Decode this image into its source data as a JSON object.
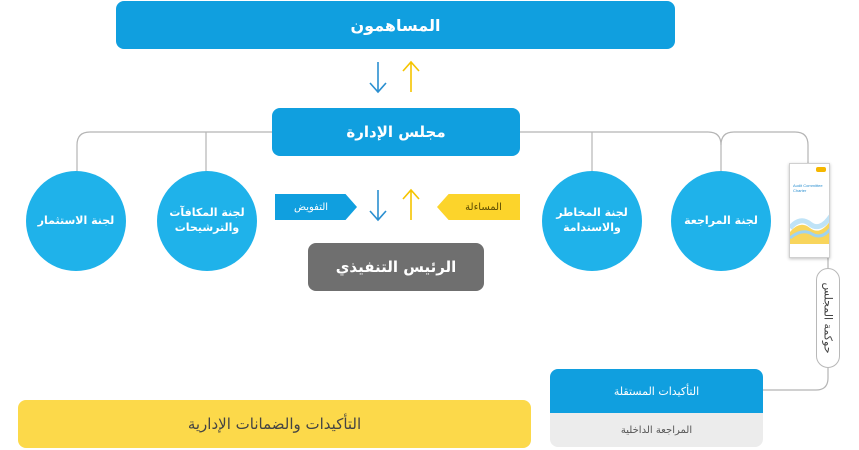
{
  "shareholders": "المساهمون",
  "board": "مجلس الإدارة",
  "ceo": "الرئيس التنفيذي",
  "committees": {
    "investment": "لجنة الاستثمار",
    "remuneration": "لجنة المكافآت والترشيحات",
    "risk": "لجنة المخاطر والاستدامة",
    "audit": "لجنة المراجعة"
  },
  "delegation": "التفويض",
  "accountability": "المساءلة",
  "management_assurance": "التأكيدات والضمانات الإدارية",
  "independent_assurance": "التأكيدات المستقلة",
  "internal_audit": "المراجعة الداخلية",
  "board_governance": "حوكمة المجلس",
  "document_title": "Audit Committee Charter",
  "colors": {
    "blue": "#109fdf",
    "light_blue": "#1fb2ea",
    "yellow": "#fcd42b",
    "grey": "#6f6f6f"
  }
}
